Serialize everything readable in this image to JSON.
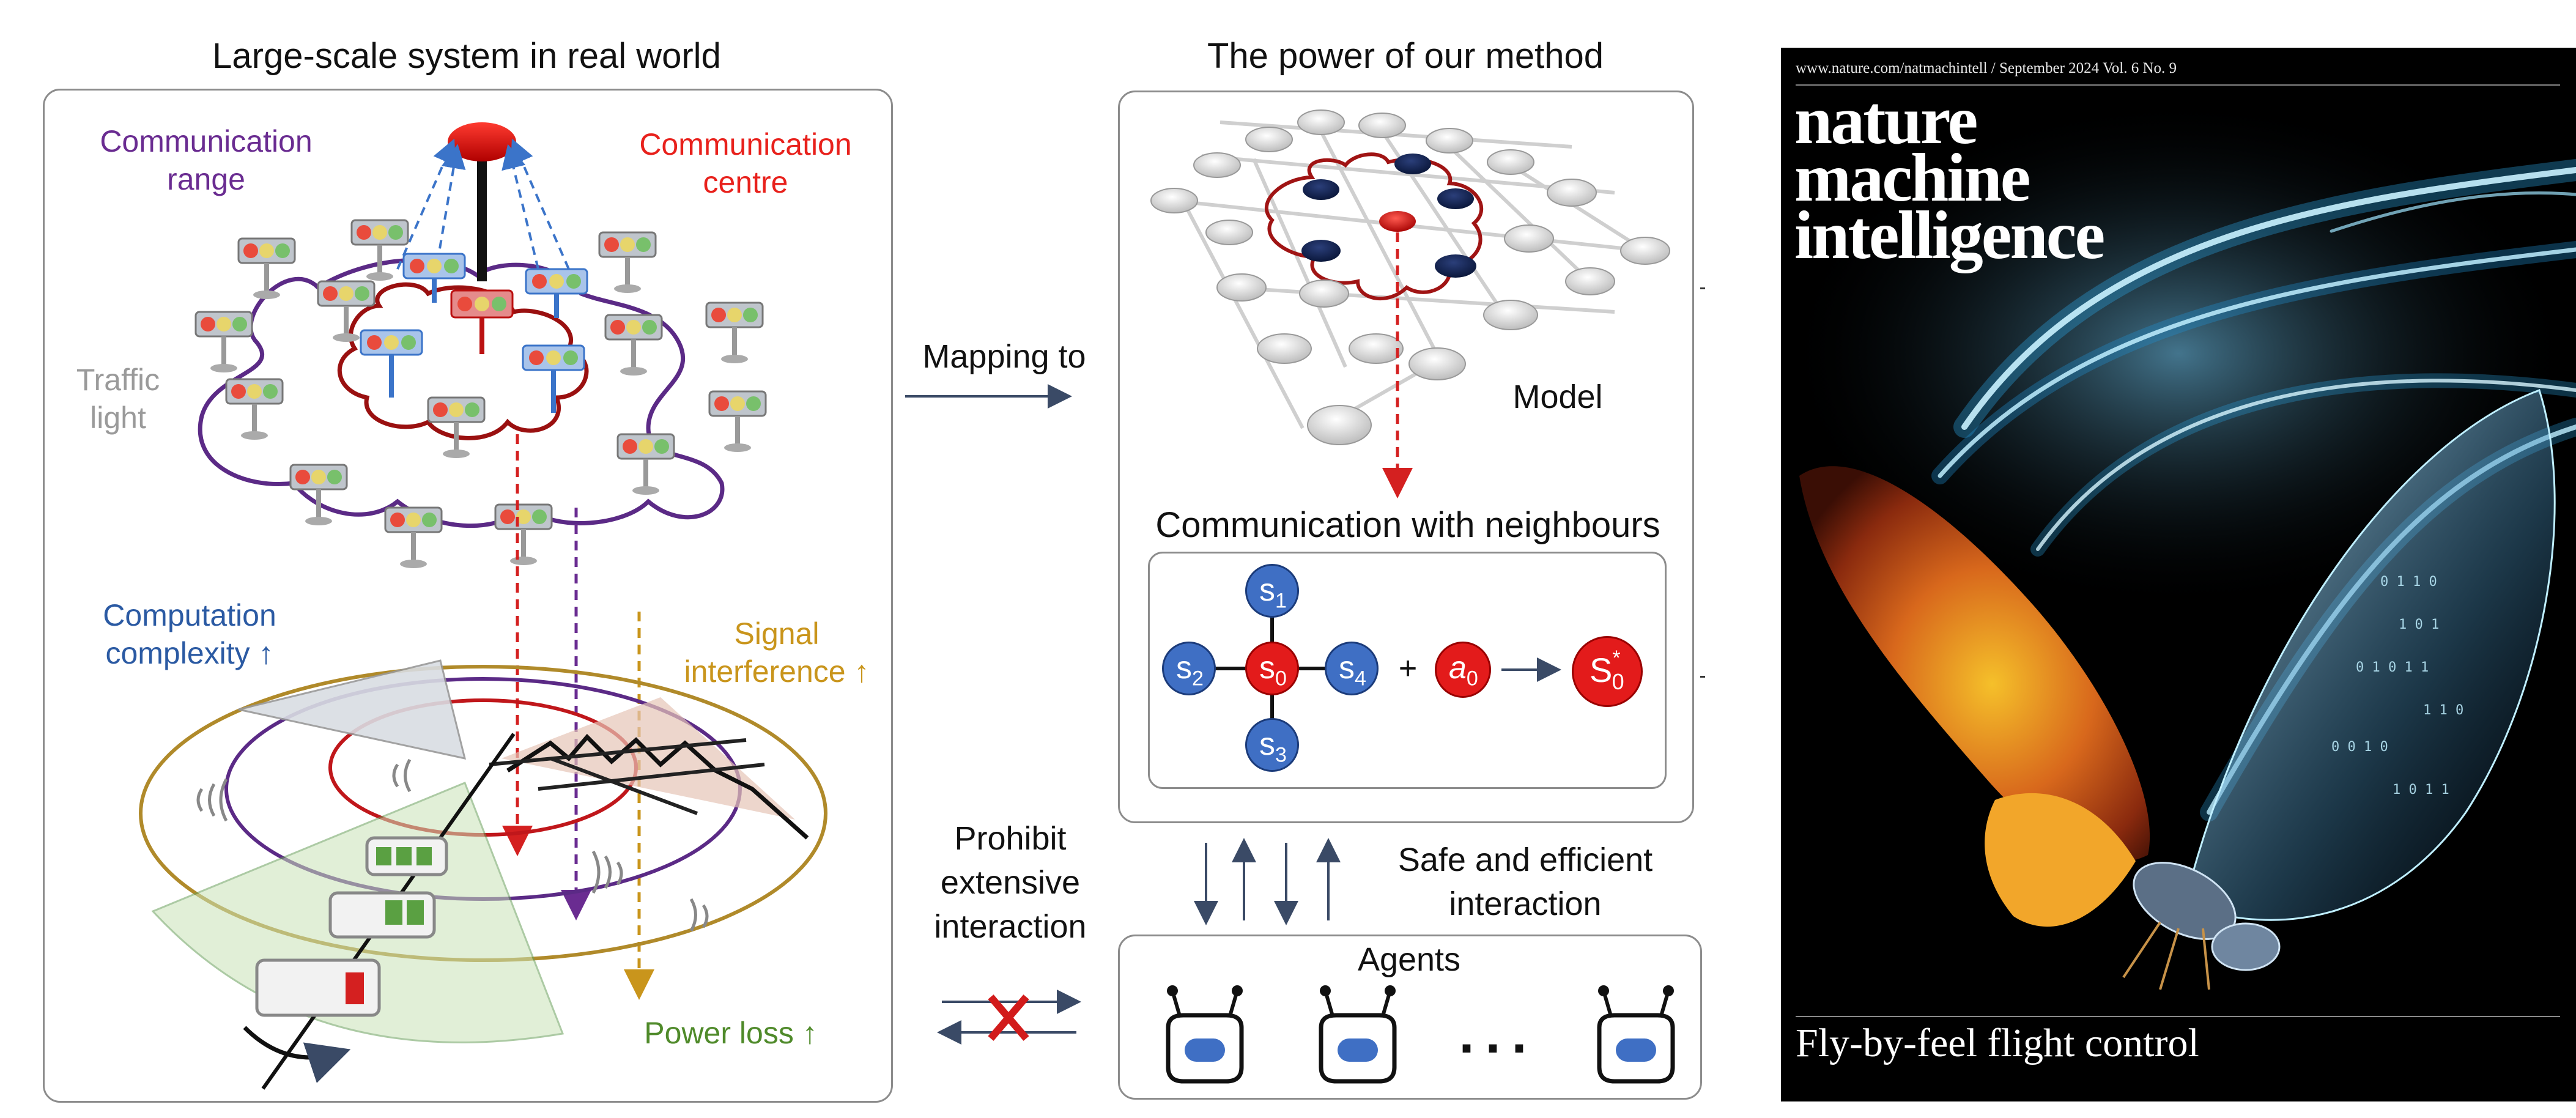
{
  "left_panel": {
    "title": "Large-scale system in real world",
    "comm_range": [
      "Communication",
      "range"
    ],
    "comm_centre": [
      "Communication",
      "centre"
    ],
    "traffic_light": [
      "Traffic",
      "light"
    ],
    "computation": [
      "Computation",
      "complexity ↑"
    ],
    "signal": [
      "Signal",
      "interference ↑"
    ],
    "power_loss": "Power loss ↑"
  },
  "middle": {
    "mapping": "Mapping to",
    "prohibit": [
      "Prohibit",
      "extensive",
      "interaction"
    ],
    "safe": [
      "Safe and efficient",
      "interaction"
    ]
  },
  "method_panel": {
    "title": "The power of our method",
    "model_label": "Model",
    "comm_neighbours": "Communication with neighbours",
    "nodes": {
      "s1": {
        "base": "s",
        "sub": "1"
      },
      "s2": {
        "base": "s",
        "sub": "2"
      },
      "s0": {
        "base": "s",
        "sub": "0"
      },
      "s4": {
        "base": "s",
        "sub": "4"
      },
      "s3": {
        "base": "s",
        "sub": "3"
      },
      "a0": {
        "base": "a",
        "sub": "0"
      },
      "s0star": {
        "base": "S",
        "sub": "0",
        "sup": "*"
      }
    },
    "plus": "+"
  },
  "agents_panel": {
    "label": "Agents",
    "ellipsis": "..."
  },
  "cover": {
    "header": "www.nature.com/natmachintell / September 2024 Vol. 6 No. 9",
    "title": [
      "nature",
      "machine",
      "intelligence"
    ],
    "tagline": "Fly-by-feel flight control"
  },
  "colors": {
    "purple": "#6a2c91",
    "red": "#e8211c",
    "blue_text": "#2b5aa3",
    "gold": "#c9951c",
    "green_text": "#4f8a2a",
    "gray_text": "#9a9a9a",
    "node_blue": "#3f6fc4",
    "node_red": "#e31b1b",
    "arrow": "#3a4a66"
  }
}
